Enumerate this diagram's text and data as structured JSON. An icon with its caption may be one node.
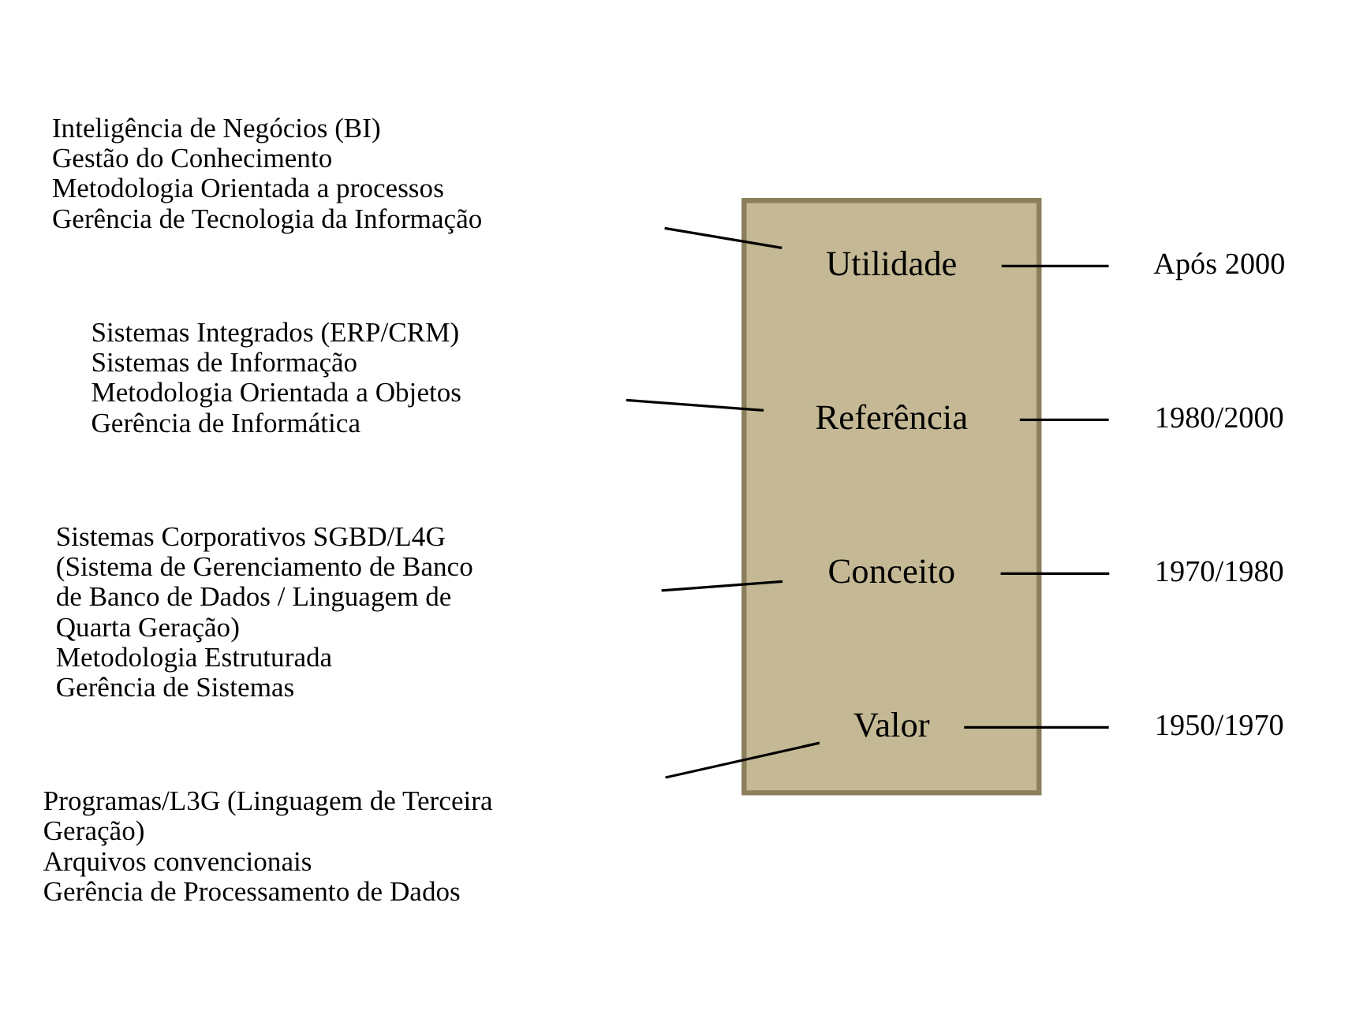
{
  "diagram": {
    "nodes": [
      {
        "text": [],
        "shape": "arrow"
      },
      {
        "text": [
          "Utilidade"
        ],
        "in": 0
      },
      {
        "text": [
          "Referência"
        ],
        "in": 0
      },
      {
        "text": [
          "Conceito"
        ],
        "in": 0
      },
      {
        "text": [
          "Valor"
        ],
        "in": 0
      },
      {
        "text": [
          "Inteligência de Negócios (BI)",
          "Gestão do Conhecimento",
          "Metodologia Orientada a processos",
          "Gerência de Tecnologia da Informação"
        ]
      },
      {
        "text": [
          "Sistemas Integrados (ERP/CRM)",
          "Sistemas de Informação",
          "Metodologia Orientada a Objetos",
          "Gerência de Informática"
        ]
      },
      {
        "text": [
          "Sistemas Corporativos SGBD/L4G",
          "(Sistema de Gerenciamento de Banco de Banco de Dados / Linguagem de Quarta Geração)",
          "Metodologia Estruturada",
          "Gerência de Sistemas"
        ]
      },
      {
        "text": [
          "Programas/L3G (Linguagem de Terceira Geração)",
          "Arquivos convencionais",
          "Gerência de Processamento de Dados"
        ]
      },
      {
        "text": [
          "Após 2000"
        ]
      },
      {
        "text": [
          "1980/2000"
        ]
      },
      {
        "text": [
          "1970/1980"
        ]
      },
      {
        "text": [
          "1950/1970"
        ]
      }
    ],
    "edges": [
      {
        "from": 5,
        "to": 1,
        "arrow": "none"
      },
      {
        "from": 1,
        "to": 9,
        "arrow": "none"
      },
      {
        "from": 6,
        "to": 2,
        "arrow": "none"
      },
      {
        "from": 2,
        "to": 10,
        "arrow": "none"
      },
      {
        "from": 7,
        "to": 3,
        "arrow": "none"
      },
      {
        "from": 3,
        "to": 11,
        "arrow": "none"
      },
      {
        "from": 8,
        "to": 4,
        "arrow": "none"
      },
      {
        "from": 4,
        "to": 12,
        "arrow": "none"
      }
    ]
  }
}
